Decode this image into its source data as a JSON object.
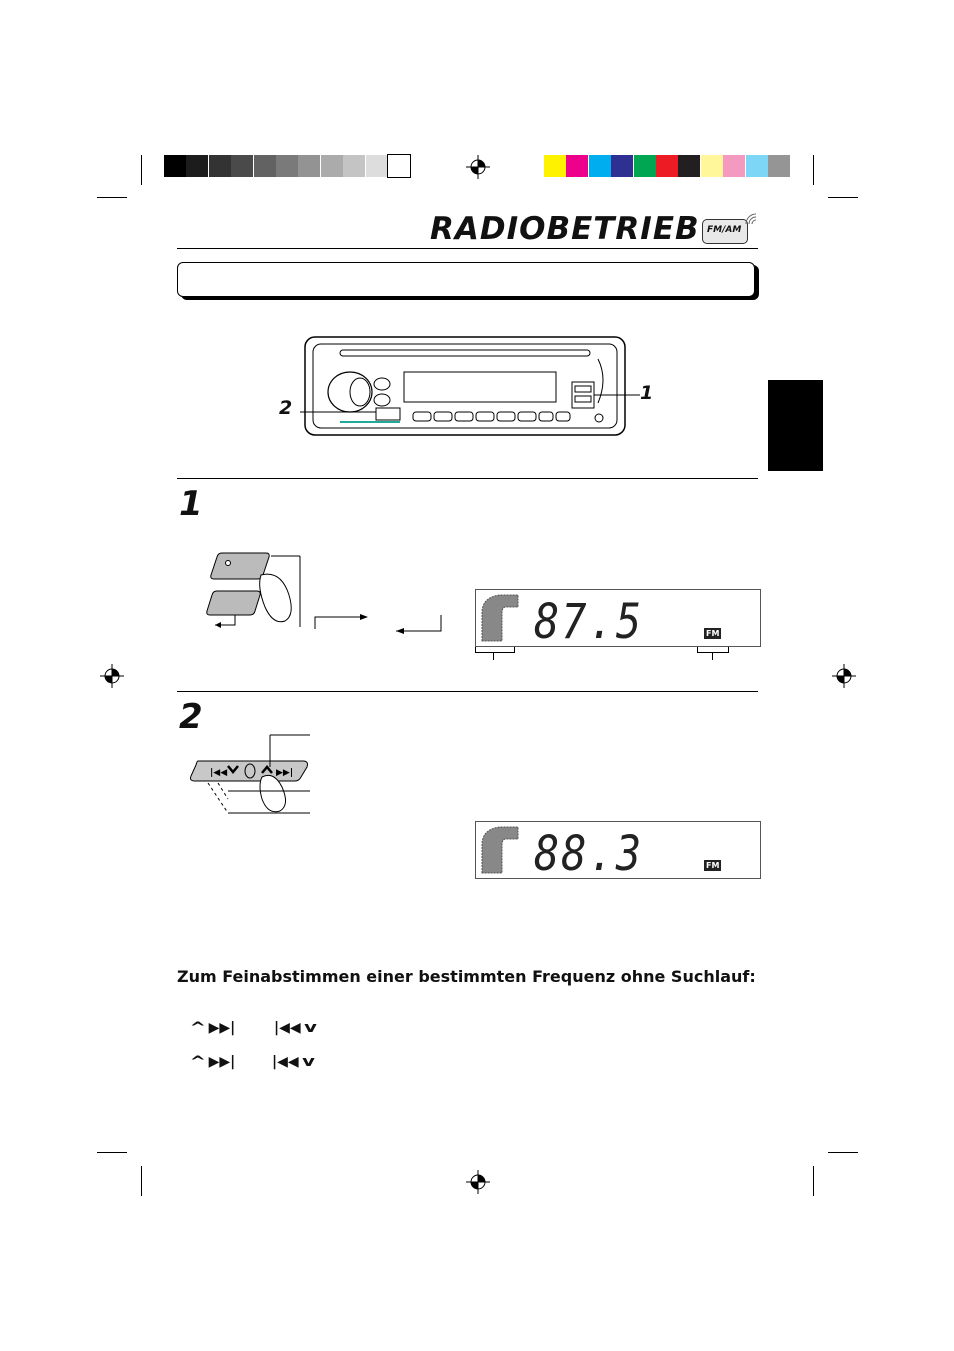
{
  "header": {
    "title": "RADIOBETRIEB",
    "badge_text": "FM/AM"
  },
  "color_bars": {
    "gray_scale": [
      "#000000",
      "#1c1c1c",
      "#333333",
      "#4a4a4a",
      "#626262",
      "#7a7a7a",
      "#939393",
      "#ababab",
      "#c4c4c4",
      "#dddddd",
      "#ffffff"
    ],
    "colors": [
      "#fff200",
      "#ec008c",
      "#00aeef",
      "#2e3192",
      "#00a651",
      "#ed1c24",
      "#231f20",
      "#fff799",
      "#f49ac1",
      "#7dd6f5",
      "#959595"
    ]
  },
  "diagram": {
    "callout_1": "1",
    "callout_2": "2"
  },
  "step1": {
    "number": "1",
    "display_value": "87.5",
    "band_indicator": "FM"
  },
  "step2": {
    "number": "2",
    "display_value": "88.3",
    "band_indicator": "FM"
  },
  "fine_tuning": {
    "heading": "Zum Feinabstimmen einer bestimmten Frequenz ohne Suchlauf:",
    "row1_icon_a": "up-next",
    "row1_icon_b": "prev-down",
    "row2_icon_a": "up-next",
    "row2_icon_b": "prev-down"
  },
  "side_tab_color": "#000000"
}
